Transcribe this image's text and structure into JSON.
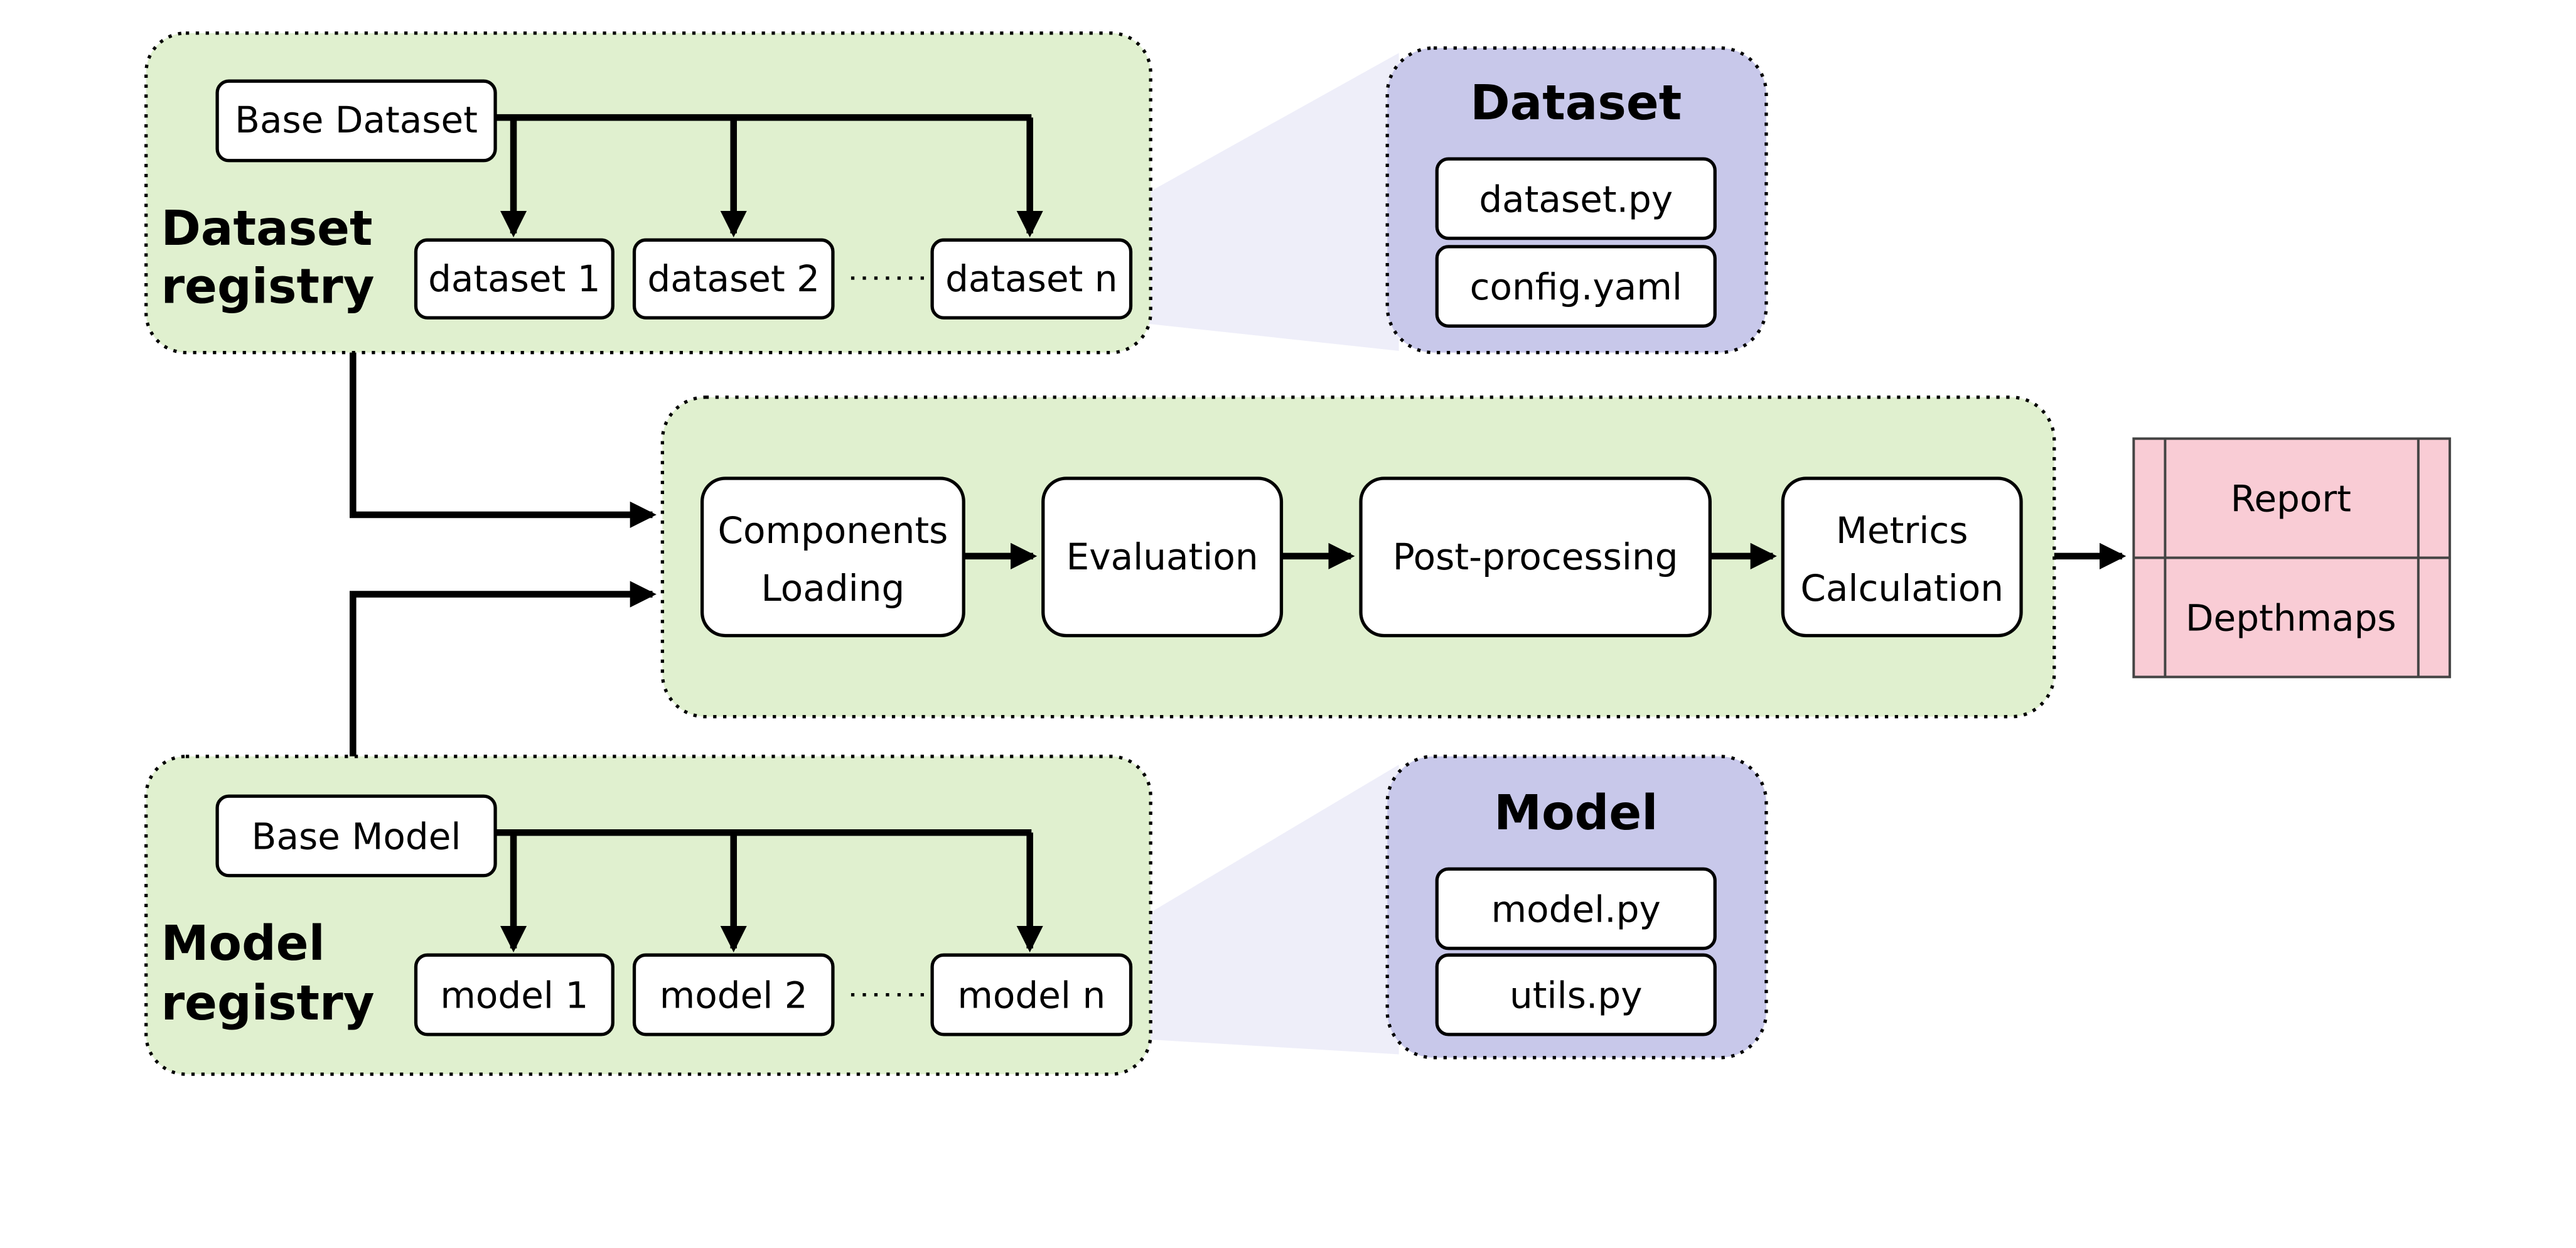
{
  "colors": {
    "registry_fill": "#e0f0cf",
    "detail_fill": "#c8c8ea",
    "output_fill": "#f9ccd5",
    "box_fill": "#ffffff",
    "stroke": "#000000",
    "funnel_fill": "#eeeef9"
  },
  "dataset_registry": {
    "title_line1": "Dataset",
    "title_line2": "registry",
    "base": "Base Dataset",
    "items": [
      "dataset 1",
      "dataset 2",
      "dataset n"
    ]
  },
  "dataset_detail": {
    "title": "Dataset",
    "files": [
      "dataset.py",
      "config.yaml"
    ]
  },
  "pipeline": {
    "steps": [
      {
        "line1": "Components",
        "line2": "Loading"
      },
      {
        "line1": "Evaluation",
        "line2": ""
      },
      {
        "line1": "Post-processing",
        "line2": ""
      },
      {
        "line1": "Metrics",
        "line2": "Calculation"
      }
    ]
  },
  "outputs": {
    "items": [
      "Report",
      "Depthmaps"
    ]
  },
  "model_registry": {
    "title_line1": "Model",
    "title_line2": "registry",
    "base": "Base Model",
    "items": [
      "model 1",
      "model 2",
      "model n"
    ]
  },
  "model_detail": {
    "title": "Model",
    "files": [
      "model.py",
      "utils.py"
    ]
  }
}
